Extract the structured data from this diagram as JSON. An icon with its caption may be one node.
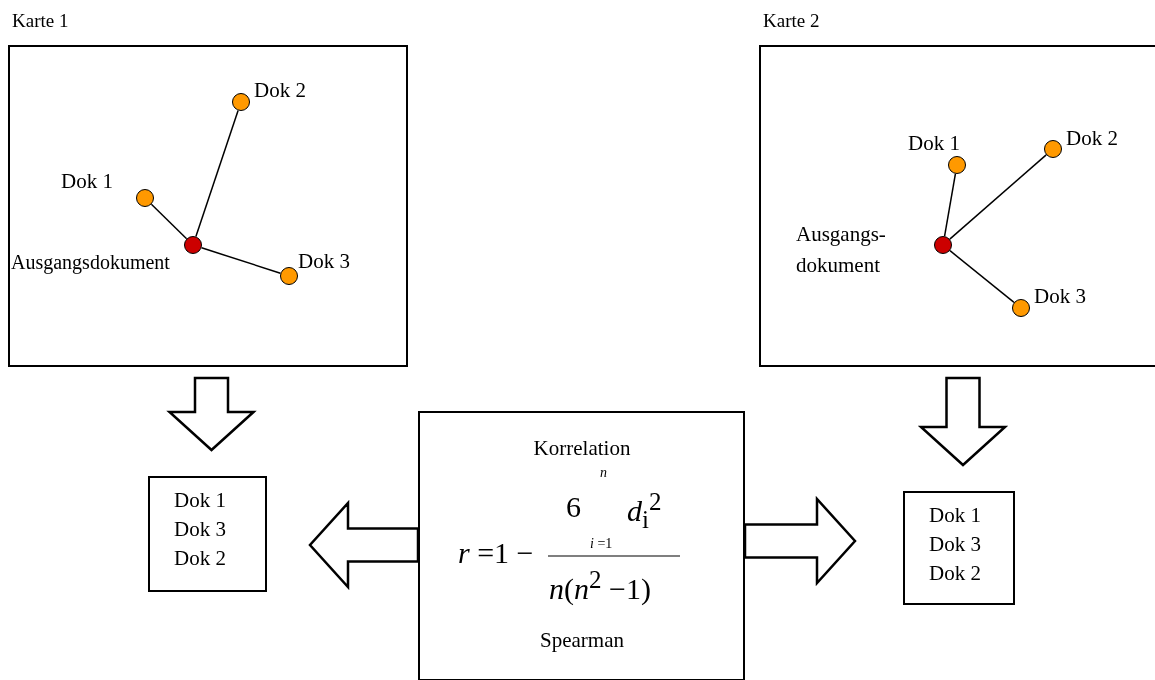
{
  "diagram": {
    "nodes": [
      {
        "text": [
          "Karte 1"
        ]
      },
      {
        "text": [],
        "shape": "circle",
        "beside": [
          "Ausgangsdokument"
        ],
        "in": 0
      },
      {
        "text": [],
        "shape": "circle",
        "beside": [
          "Dok 1"
        ],
        "in": 0
      },
      {
        "text": [],
        "shape": "circle",
        "beside": [
          "Dok 2"
        ],
        "in": 0
      },
      {
        "text": [],
        "shape": "circle",
        "beside": [
          "Dok 3"
        ],
        "in": 0
      },
      {
        "text": [
          "Karte 2"
        ]
      },
      {
        "text": [],
        "shape": "circle",
        "beside": [
          "Ausgangs- dokument"
        ],
        "in": 5
      },
      {
        "text": [],
        "shape": "circle",
        "beside": [
          "Dok 1"
        ],
        "in": 5
      },
      {
        "text": [],
        "shape": "circle",
        "beside": [
          "Dok 2"
        ],
        "in": 5
      },
      {
        "text": [],
        "shape": "circle",
        "beside": [
          "Dok 3"
        ],
        "in": 5
      },
      {
        "text": [
          "Dok 1",
          "Dok 3",
          "Dok 2"
        ]
      },
      {
        "text": [
          "Korrelation",
          "n",
          "6",
          "*d*$_{i}$$^{2}$",
          "*r* =1 −",
          "*i* =1",
          "*n*(*n*$^{2}$ −1)",
          "Spearman"
        ]
      },
      {
        "text": [
          "Dok 1",
          "Dok 3",
          "Dok 2"
        ]
      }
    ],
    "edges": [
      {
        "from": 1,
        "to": 2,
        "arrow": "none"
      },
      {
        "from": 1,
        "to": 3,
        "arrow": "none"
      },
      {
        "from": 1,
        "to": 4,
        "arrow": "none"
      },
      {
        "from": 6,
        "to": 7,
        "arrow": "none"
      },
      {
        "from": 6,
        "to": 8,
        "arrow": "none"
      },
      {
        "from": 6,
        "to": 9,
        "arrow": "none"
      },
      {
        "from": 0,
        "to": 10,
        "arrow": "to",
        "style": "thick"
      },
      {
        "from": 5,
        "to": 12,
        "arrow": "to",
        "style": "thick"
      },
      {
        "from": 11,
        "to": 10,
        "arrow": "to",
        "style": "thick"
      },
      {
        "from": 11,
        "to": 12,
        "arrow": "to",
        "style": "thick"
      }
    ]
  }
}
